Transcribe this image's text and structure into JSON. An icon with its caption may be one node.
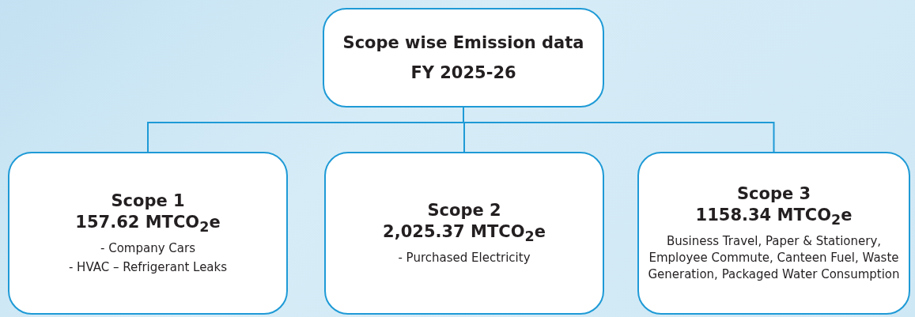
{
  "diagram": {
    "nodes": [
      {
        "text": [
          "Scope wise Emission data FY 2025-26"
        ]
      },
      {
        "text": [
          "Scope 1",
          "157.62 MTCO$_{2}$e",
          "- Company Cars",
          "- HVAC – Refrigerant Leaks"
        ]
      },
      {
        "text": [
          "Scope 2",
          "2,025.37 MTCO$_{2}$e",
          "- Purchased Electricity"
        ]
      },
      {
        "text": [
          "Scope 3",
          "1158.34 MTCO$_{2}$e",
          "Business Travel, Paper & Stationery, Employee Commute, Canteen Fuel, Waste Generation, Packaged Water Consumption"
        ]
      }
    ],
    "edges": [
      {
        "from": 0,
        "to": 1,
        "arrow": "none"
      },
      {
        "from": 0,
        "to": 2,
        "arrow": "none"
      },
      {
        "from": 0,
        "to": 3,
        "arrow": "none"
      }
    ]
  }
}
